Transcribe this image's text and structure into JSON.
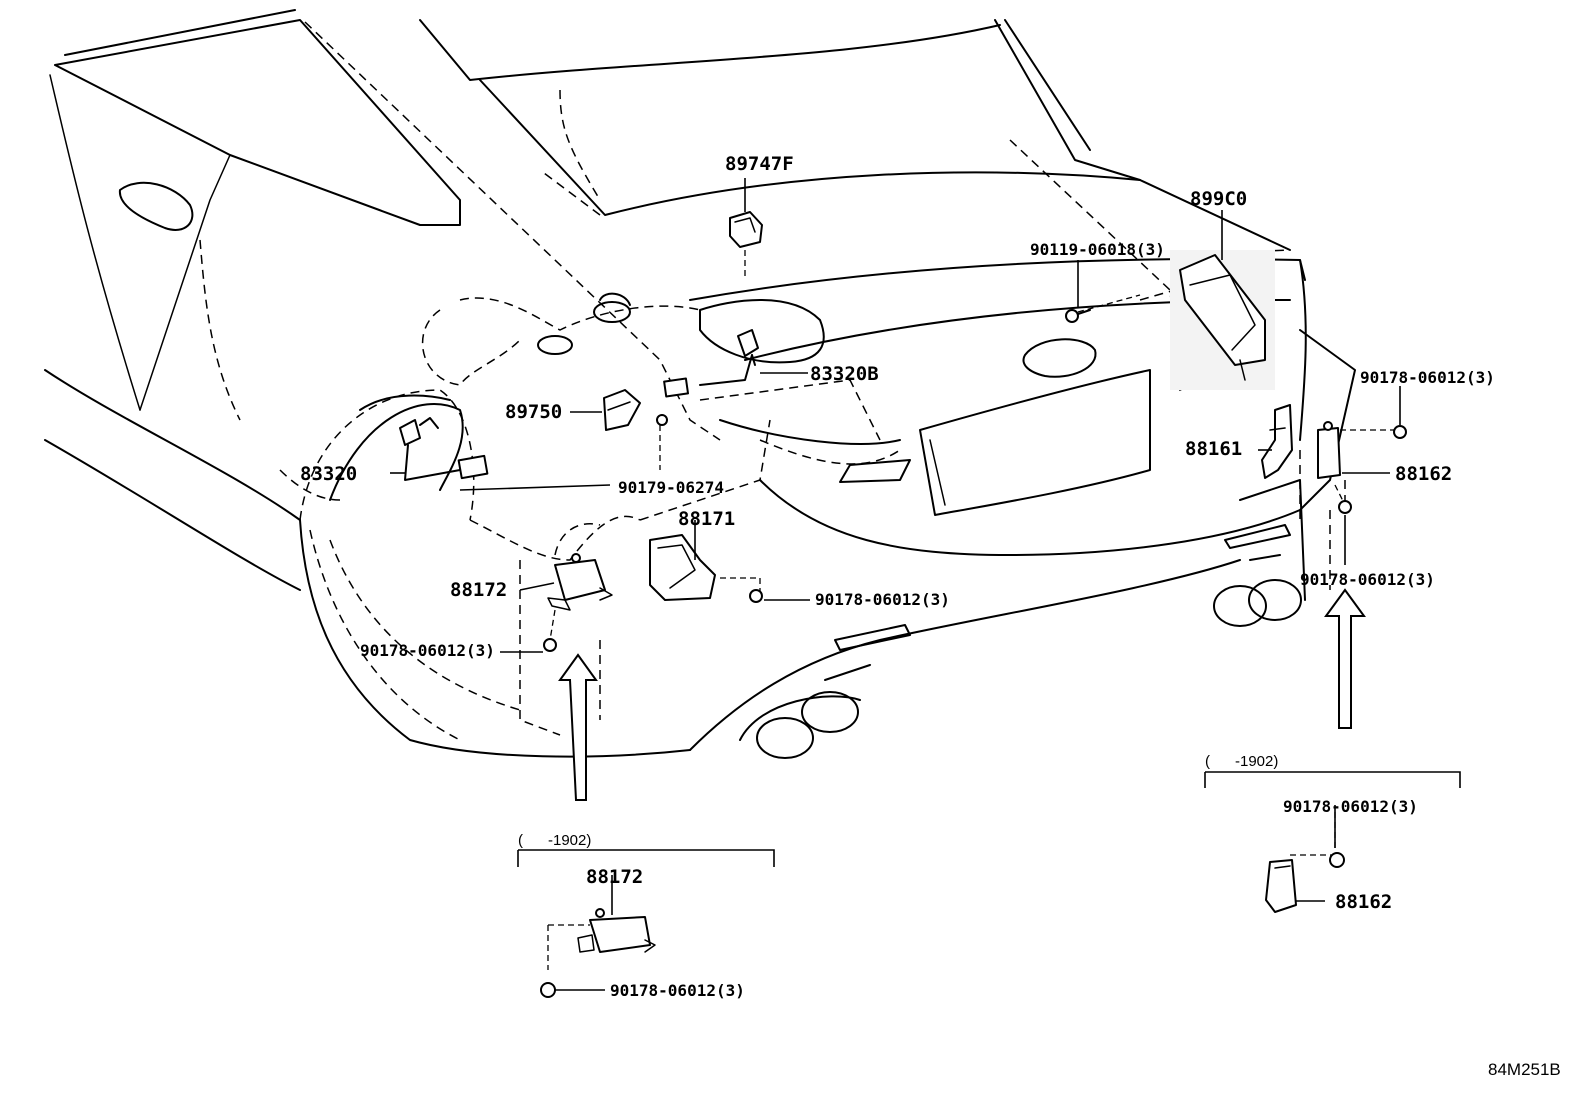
{
  "diagram": {
    "drawing_code": "84M251B",
    "callouts": {
      "p89747F": "89747F",
      "p899C0": "899C0",
      "p90119": "90119-06018(3)",
      "p83320B": "83320B",
      "p89750": "89750",
      "p83320": "83320",
      "p90179": "90179-06274",
      "p88171": "88171",
      "p88172": "88172",
      "p90178_a": "90178-06012(3)",
      "p90178_b": "90178-06012(3)",
      "p88161": "88161",
      "p88162": "88162",
      "p90178_c": "90178-06012(3)",
      "p90178_d": "90178-06012(3)"
    },
    "inset_left": {
      "range": "(      -1902)",
      "part": "88172",
      "fastener": "90178-06012(3)"
    },
    "inset_right": {
      "range": "(      -1902)",
      "fastener": "90178-06012(3)",
      "part": "88162"
    }
  }
}
